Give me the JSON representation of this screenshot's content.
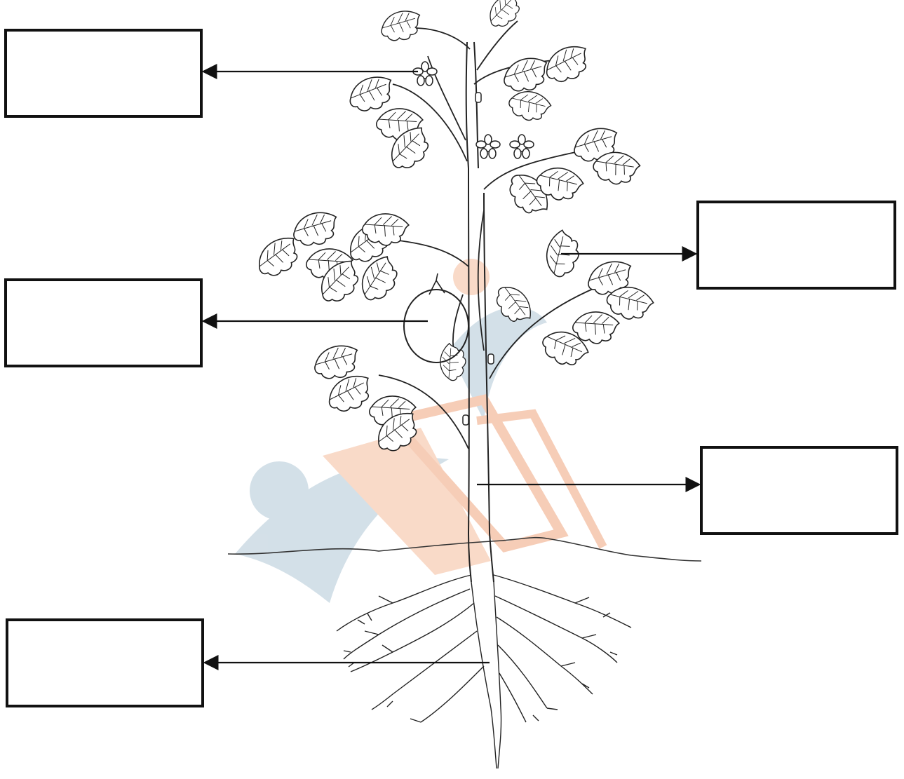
{
  "diagram": {
    "subject": "plant-parts-labelling",
    "labels": [
      {
        "id": "flower",
        "text": ""
      },
      {
        "id": "fruit",
        "text": ""
      },
      {
        "id": "root",
        "text": ""
      },
      {
        "id": "leaf",
        "text": ""
      },
      {
        "id": "stem",
        "text": ""
      }
    ]
  },
  "colors": {
    "line": "#222222",
    "box_border": "#111111",
    "watermark_blue": "#cfdde6",
    "watermark_orange": "#f6c8b0"
  }
}
